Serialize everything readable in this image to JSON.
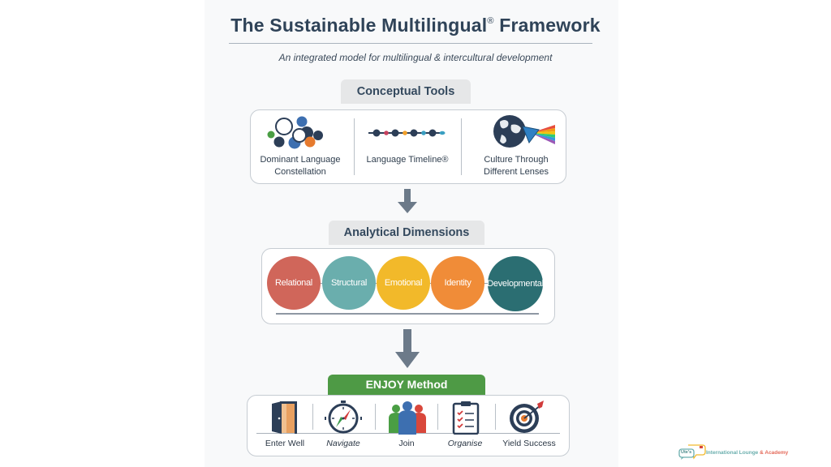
{
  "header": {
    "title": "The Sustainable Multilingual",
    "title_mark": "®",
    "title_end": "Framework",
    "subtitle": "An integrated model for multilingual & intercultural development"
  },
  "conceptual_tools": {
    "label": "Conceptual Tools",
    "items": [
      {
        "line1": "Dominant Language",
        "line2": "Constellation",
        "icon": "constellation-icon"
      },
      {
        "line1": "Language Timeline®",
        "line2": "",
        "icon": "timeline-icon"
      },
      {
        "line1": "Culture Through",
        "line2": "Different Lenses",
        "icon": "globe-prism-icon"
      }
    ]
  },
  "analytical_dimensions": {
    "label": "Analytical Dimensions",
    "items": [
      {
        "label": "Relational",
        "color": "#d0665a"
      },
      {
        "label": "Structural",
        "color": "#6aaead"
      },
      {
        "label": "Emotional",
        "color": "#f2b92a"
      },
      {
        "label": "Identity",
        "color": "#f08c38"
      },
      {
        "label": "Developmental",
        "color": "#2b6e72"
      }
    ]
  },
  "enjoy_method": {
    "label": "ENJOY Method",
    "color": "#4e9a45",
    "items": [
      {
        "label": "Enter Well",
        "icon": "door-icon"
      },
      {
        "label": "Navigate",
        "icon": "compass-icon"
      },
      {
        "label": "Join",
        "icon": "people-icon"
      },
      {
        "label": "Organise",
        "icon": "clipboard-checklist-icon"
      },
      {
        "label": "Yield Success",
        "icon": "target-icon"
      }
    ]
  },
  "logo": {
    "bubble_text": "Ute's",
    "name_part1": "International Lounge",
    "name_amp": "&",
    "name_part2": "Academy"
  }
}
